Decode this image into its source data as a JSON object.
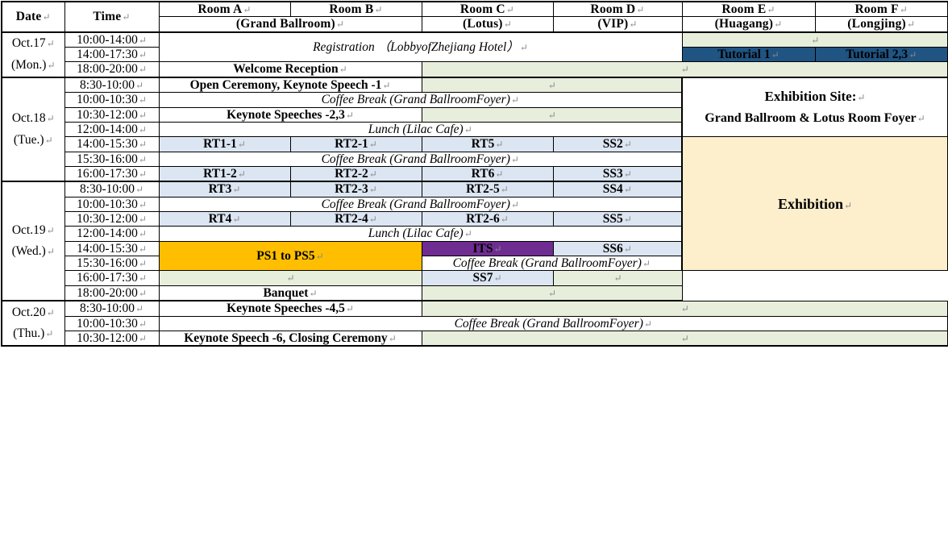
{
  "meta": {
    "cr": "↵"
  },
  "header": {
    "date_label": "Date",
    "time_label": "Time",
    "rooms": [
      {
        "name": "Room A",
        "venue": "(Grand Ballroom)"
      },
      {
        "name": "Room B",
        "venue": "(Grand Ballroom)"
      },
      {
        "name": "Room C",
        "venue": "(Lotus)"
      },
      {
        "name": "Room D",
        "venue": "(VIP)"
      },
      {
        "name": "Room E",
        "venue": "(Huagang)"
      },
      {
        "name": "Room F",
        "venue": "(Longjing)"
      }
    ],
    "grand_ballroom_span_label": "(Grand Ballroom)"
  },
  "days": {
    "oct17": {
      "date": "Oct.17",
      "weekday": "(Mon.)"
    },
    "oct18": {
      "date": "Oct.18",
      "weekday": "(Tue.)"
    },
    "oct19": {
      "date": "Oct.19",
      "weekday": "(Wed.)"
    },
    "oct20": {
      "date": "Oct.20",
      "weekday": "(Thu.)"
    }
  },
  "times": {
    "t1000_1400": "10:00-14:00",
    "t1400_1730": "14:00-17:30",
    "t1800_2000": "18:00-20:00",
    "t0830_1000": "8:30-10:00",
    "t1000_1030": "10:00-10:30",
    "t1030_1200": "10:30-12:00",
    "t1200_1400": "12:00-14:00",
    "t1400_1530": "14:00-15:30",
    "t1530_1600": "15:30-16:00",
    "t1600_1730": "16:00-17:30"
  },
  "sessions": {
    "registration": "Registration （LobbyofZhejiang Hotel）",
    "tutorial1": "Tutorial 1",
    "tutorial23": "Tutorial 2,3",
    "welcome_reception": "Welcome Reception",
    "open_ceremony": "Open Ceremony, Keynote Speech -1",
    "coffee_break": "Coffee Break (Grand BallroomFoyer)",
    "keynote_23": "Keynote Speeches -2,3",
    "lunch": "Lunch (Lilac Cafe)",
    "rt1_1": "RT1-1",
    "rt2_1": "RT2-1",
    "rt5": "RT5",
    "ss2": "SS2",
    "rt1_2": "RT1-2",
    "rt2_2": "RT2-2",
    "rt6": "RT6",
    "ss3": "SS3",
    "rt3": "RT3",
    "rt2_3": "RT2-3",
    "rt2_5": "RT2-5",
    "ss4": "SS4",
    "rt4": "RT4",
    "rt2_4": "RT2-4",
    "rt2_6": "RT2-6",
    "ss5": "SS5",
    "ps1_ps5": "PS1 to PS5",
    "its": "ITS",
    "ss6": "SS6",
    "ss7": "SS7",
    "banquet": "Banquet",
    "keynote_45": "Keynote Speeches -4,5",
    "keynote_6_closing": "Keynote Speech -6, Closing Ceremony",
    "exhibition_site_title": "Exhibition Site:",
    "exhibition_site_venue": "Grand Ballroom & Lotus Room Foyer",
    "exhibition": "Exhibition",
    "empty": ""
  },
  "colors": {
    "green": "#e8eedc",
    "blue": "#dce6f2",
    "cream": "#fdefcc",
    "navy": "#1f5483",
    "orange": "#ffbf00",
    "purple": "#6f2d91",
    "border": "#000000"
  }
}
